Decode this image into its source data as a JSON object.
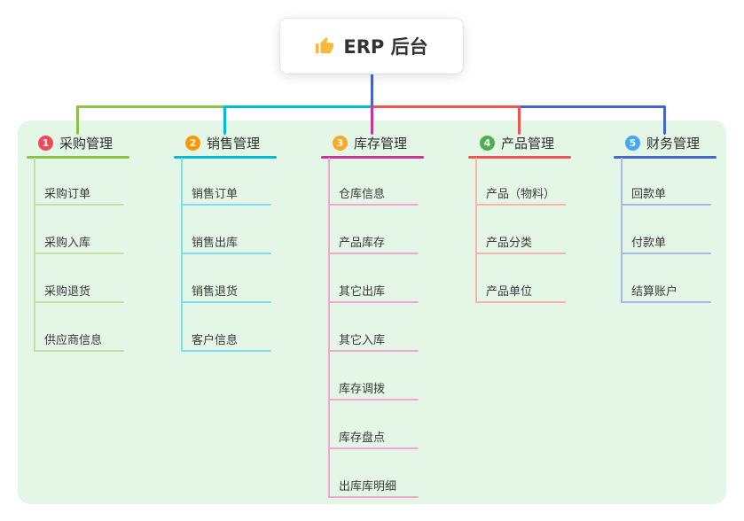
{
  "root": {
    "label": "ERP 后台",
    "icon": "thumbs-up-icon"
  },
  "branches": [
    {
      "number": "1",
      "label": "采购管理",
      "children": [
        "采购订单",
        "采购入库",
        "采购退货",
        "供应商信息"
      ]
    },
    {
      "number": "2",
      "label": "销售管理",
      "children": [
        "销售订单",
        "销售出库",
        "销售退货",
        "客户信息"
      ]
    },
    {
      "number": "3",
      "label": "库存管理",
      "children": [
        "仓库信息",
        "产品库存",
        "其它出库",
        "其它入库",
        "库存调拨",
        "库存盘点",
        "出库库明细"
      ]
    },
    {
      "number": "4",
      "label": "产品管理",
      "children": [
        "产品（物料）",
        "产品分类",
        "产品单位"
      ]
    },
    {
      "number": "5",
      "label": "财务管理",
      "children": [
        "回款单",
        "付款单",
        "结算账户"
      ]
    }
  ],
  "colors": {
    "panel_bg": "#E4F7E6",
    "root_connector": "#4365D2",
    "branches": [
      {
        "main": "#8BC34A",
        "light": "#C5E1A5",
        "badge": "#F3485B"
      },
      {
        "main": "#00BCD4",
        "light": "#80DEEA",
        "badge": "#FF9800"
      },
      {
        "main": "#CC3399",
        "light": "#F2A7D3",
        "badge": "#FFA726"
      },
      {
        "main": "#F0544F",
        "light": "#F8B3B0",
        "badge": "#4CAF50"
      },
      {
        "main": "#4365D2",
        "light": "#A8B9E8",
        "badge": "#42A5F5"
      }
    ]
  }
}
